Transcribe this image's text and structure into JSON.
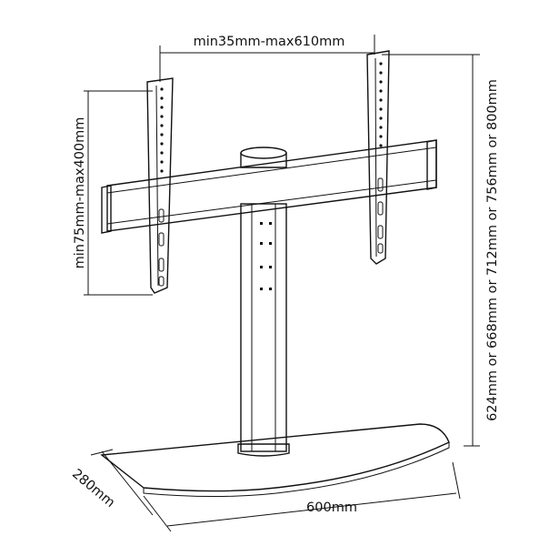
{
  "labels": {
    "top_width": "min35mm-max610mm",
    "left_height": "min75mm-max400mm",
    "right_height": "624mm or 668mm or 712mm or 756mm or 800mm",
    "base_width": "600mm",
    "base_depth": "280mm"
  },
  "colors": {
    "stroke": "#111111",
    "background": "#ffffff"
  }
}
